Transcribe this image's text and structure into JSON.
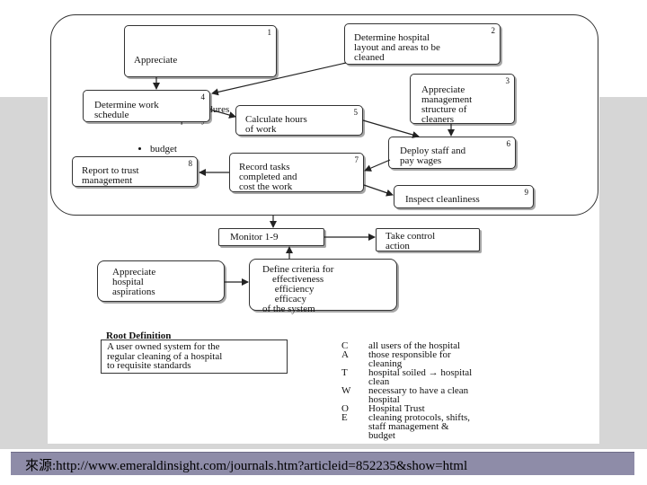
{
  "caption": "來源:http://www.emeraldinsight.com/journals.htm?articleid=852235&show=html",
  "boxes": {
    "b1": {
      "num": "1",
      "title": "Appreciate",
      "bullets": [
        "cleaning procedures\nand frequency",
        "budget"
      ]
    },
    "b2": {
      "num": "2",
      "text": "Determine hospital\nlayout and areas to be\ncleaned"
    },
    "b3": {
      "num": "3",
      "text": "Appreciate\nmanagement\nstructure of\ncleaners"
    },
    "b4": {
      "num": "4",
      "text": "Determine work\nschedule"
    },
    "b5": {
      "num": "5",
      "text": "Calculate hours\nof work"
    },
    "b6": {
      "num": "6",
      "text": "Deploy staff and\npay wages"
    },
    "b7": {
      "num": "7",
      "text": "Record tasks\ncompleted and\ncost the work"
    },
    "b8": {
      "num": "8",
      "text": "Report to trust\nmanagement"
    },
    "b9": {
      "num": "9",
      "text": "Inspect cleanliness"
    },
    "monitor": {
      "text": "Monitor 1-9"
    },
    "control": {
      "text": "Take control\naction"
    },
    "aspirations": {
      "text": "Appreciate\nhospital\naspirations"
    },
    "criteria": {
      "text": "Define criteria for\n    effectiveness\n     efficiency\n     efficacy\nof the system"
    }
  },
  "root_definition": {
    "title": "Root Definition",
    "text": "A user owned system for the\nregular cleaning of a hospital\nto requisite standards"
  },
  "catwoe": [
    {
      "letter": "C",
      "text": "all users of the hospital"
    },
    {
      "letter": "A",
      "text": "those responsible for\ncleaning"
    },
    {
      "letter": "T",
      "text": "hospital soiled → hospital\nclean"
    },
    {
      "letter": "W",
      "text": "necessary to have a clean\nhospital"
    },
    {
      "letter": "O",
      "text": "Hospital Trust"
    },
    {
      "letter": "E",
      "text": "cleaning protocols, shifts,\nstaff management &\nbudget"
    }
  ],
  "colors": {
    "band": "#d6d6d6",
    "caption_bar": "#8e8ca8"
  }
}
